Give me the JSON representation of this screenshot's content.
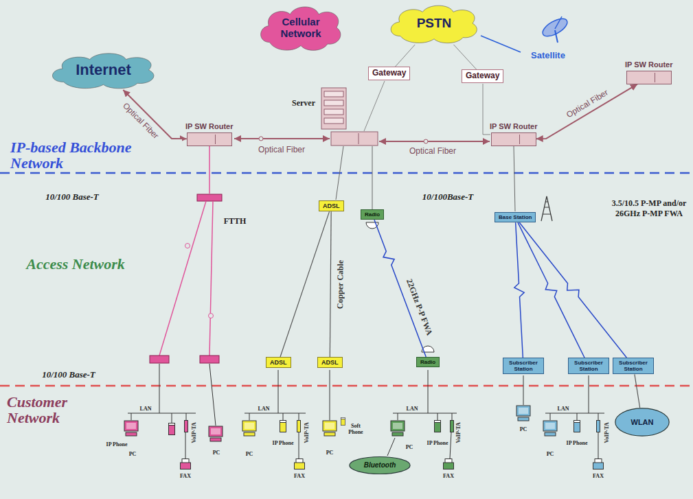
{
  "diagram": {
    "nodes": [
      {
        "text": [
          "Cellular Network"
        ]
      },
      {
        "text": [
          "PSTN"
        ]
      },
      {
        "text": [
          "Internet"
        ]
      },
      {
        "text": [
          "Gateway"
        ]
      },
      {
        "text": [
          "Gateway"
        ]
      },
      {
        "text": [
          "IP SW Router"
        ]
      },
      {
        "text": [
          "IP SW Router"
        ]
      },
      {
        "text": [
          "IP SW Router"
        ]
      },
      {
        "text": [
          "ADSL"
        ]
      },
      {
        "text": [
          "Radio"
        ]
      },
      {
        "text": [
          "Base Station"
        ]
      },
      {
        "text": [
          "ADSL"
        ]
      },
      {
        "text": [
          "ADSL"
        ]
      },
      {
        "text": [
          "Radio"
        ]
      },
      {
        "text": [
          "Subscriber Station"
        ]
      },
      {
        "text": [
          "Subscriber Station"
        ]
      },
      {
        "text": [
          "Subscriber Station"
        ]
      },
      {
        "text": [
          "Bluetooth"
        ]
      },
      {
        "text": [
          "WLAN"
        ]
      }
    ],
    "edges": [
      {
        "from": 2,
        "to": 6,
        "arrow": "both",
        "label": "Optical Fiber"
      },
      {
        "from": 7,
        "to": 5,
        "arrow": "both",
        "label": "Optical Fiber"
      },
      {
        "from": 3,
        "to": 1,
        "arrow": "none"
      },
      {
        "from": 4,
        "to": 1,
        "arrow": "none"
      },
      {
        "from": 8,
        "to": 11,
        "arrow": "none"
      },
      {
        "from": 8,
        "to": 12,
        "arrow": "none",
        "label": "Copper Cable"
      },
      {
        "from": 9,
        "to": 13,
        "arrow": "none",
        "label": "22GHz P-P FWA"
      },
      {
        "from": 10,
        "to": 14,
        "arrow": "none"
      },
      {
        "from": 10,
        "to": 15,
        "arrow": "none"
      },
      {
        "from": 10,
        "to": 16,
        "arrow": "none"
      },
      {
        "from": 16,
        "to": 18,
        "arrow": "none"
      }
    ],
    "labels": [
      "IP-based Backbone Network",
      "Access Network",
      "Customer Network",
      "10/100 Base-T",
      "10/100Base-T",
      "10/100 Base-T",
      "FTTH",
      "Optical Fiber",
      "Optical Fiber",
      "3.5/10.5 P-MP and/or 26GHz P-MP FWA",
      "Server",
      "Satellite",
      "IP Phone",
      "PC",
      "VoIP-TA",
      "FAX",
      "PC",
      "LAN",
      "LAN",
      "PC",
      "IP Phone",
      "VoIP-TA",
      "FAX",
      "Soft Phone",
      "PC",
      "LAN",
      "PC",
      "IP Phone",
      "VoIP-TA",
      "FAX",
      "PC",
      "LAN",
      "PC",
      "IP Phone",
      "VoIP-TA",
      "FAX"
    ]
  }
}
